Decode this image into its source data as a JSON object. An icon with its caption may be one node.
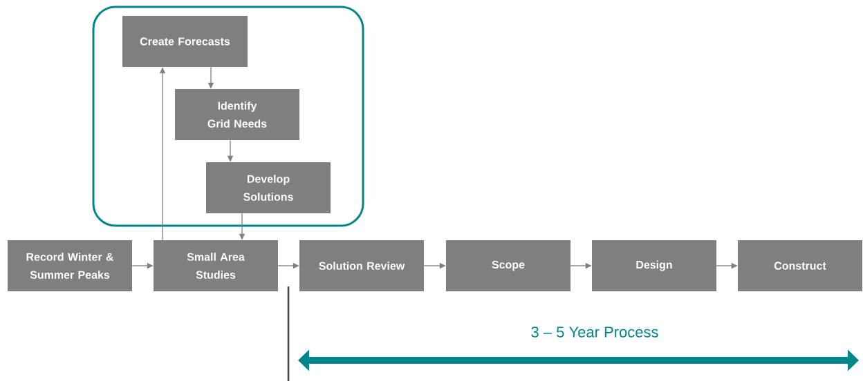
{
  "diagram": {
    "nodes": [
      {
        "text": [],
        "shape": "box"
      },
      {
        "text": [
          "Create Forecasts"
        ],
        "in": 0
      },
      {
        "text": [
          "Identify Grid Needs"
        ],
        "in": 0
      },
      {
        "text": [
          "Develop Solutions"
        ],
        "in": 0
      },
      {
        "text": [
          "Record Winter & Summer Peaks"
        ]
      },
      {
        "text": [
          "Small Area Studies"
        ]
      },
      {
        "text": [
          "Solution Review"
        ]
      },
      {
        "text": [
          "Scope"
        ]
      },
      {
        "text": [
          "Design"
        ]
      },
      {
        "text": [
          "Construct"
        ]
      }
    ],
    "edges": [
      {
        "from": 1,
        "to": 2,
        "arrow": "to"
      },
      {
        "from": 2,
        "to": 3,
        "arrow": "to"
      },
      {
        "from": 3,
        "to": 5,
        "arrow": "to"
      },
      {
        "from": 5,
        "to": 1,
        "arrow": "to"
      },
      {
        "from": 4,
        "to": 5,
        "arrow": "to"
      },
      {
        "from": 5,
        "to": 6,
        "arrow": "to"
      },
      {
        "from": 6,
        "to": 7,
        "arrow": "to"
      },
      {
        "from": 7,
        "to": 8,
        "arrow": "to"
      },
      {
        "from": 8,
        "to": 9,
        "arrow": "to"
      }
    ],
    "labels": [
      "3 – 5 Year Process"
    ]
  }
}
